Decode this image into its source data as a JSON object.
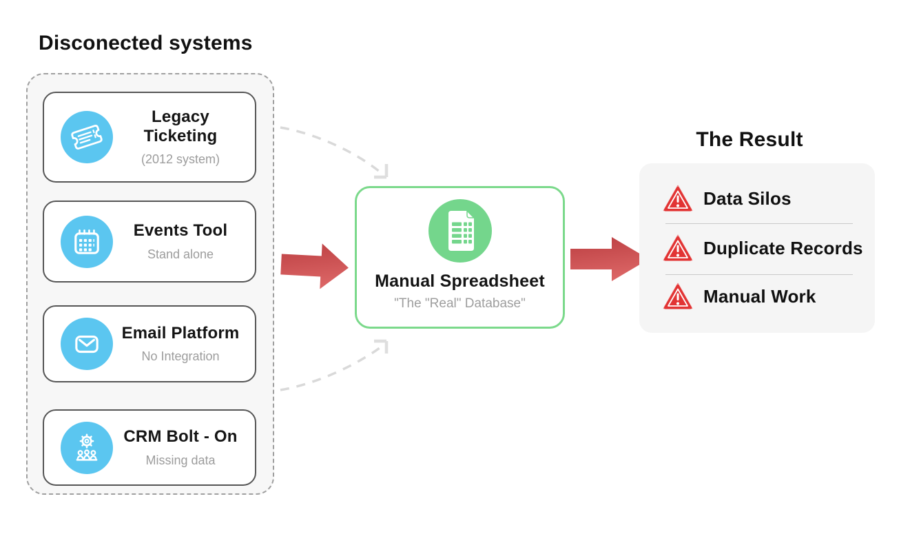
{
  "colors": {
    "accent_blue": "#5BC6F0",
    "accent_green": "#74D68C",
    "green_border": "#7BD98B",
    "arrow_red": "#C64A4A",
    "warning_red": "#E23434",
    "panel_gray": "#f5f5f5"
  },
  "left_panel": {
    "title": "Disconected systems",
    "systems": [
      {
        "icon": "ticket-icon",
        "title": "Legacy Ticketing",
        "subtitle": "(2012 system)"
      },
      {
        "icon": "calendar-icon",
        "title": "Events Tool",
        "subtitle": "Stand alone"
      },
      {
        "icon": "envelope-icon",
        "title": "Email Platform",
        "subtitle": "No Integration"
      },
      {
        "icon": "crm-icon",
        "title": "CRM Bolt - On",
        "subtitle": "Missing data"
      }
    ]
  },
  "center": {
    "icon": "spreadsheet-icon",
    "title": "Manual Spreadsheet",
    "subtitle": "\"The \"Real\" Database\""
  },
  "result": {
    "title": "The Result",
    "items": [
      {
        "icon": "warning-icon",
        "label": "Data Silos"
      },
      {
        "icon": "warning-icon",
        "label": "Duplicate Records"
      },
      {
        "icon": "warning-icon",
        "label": "Manual Work"
      }
    ]
  }
}
